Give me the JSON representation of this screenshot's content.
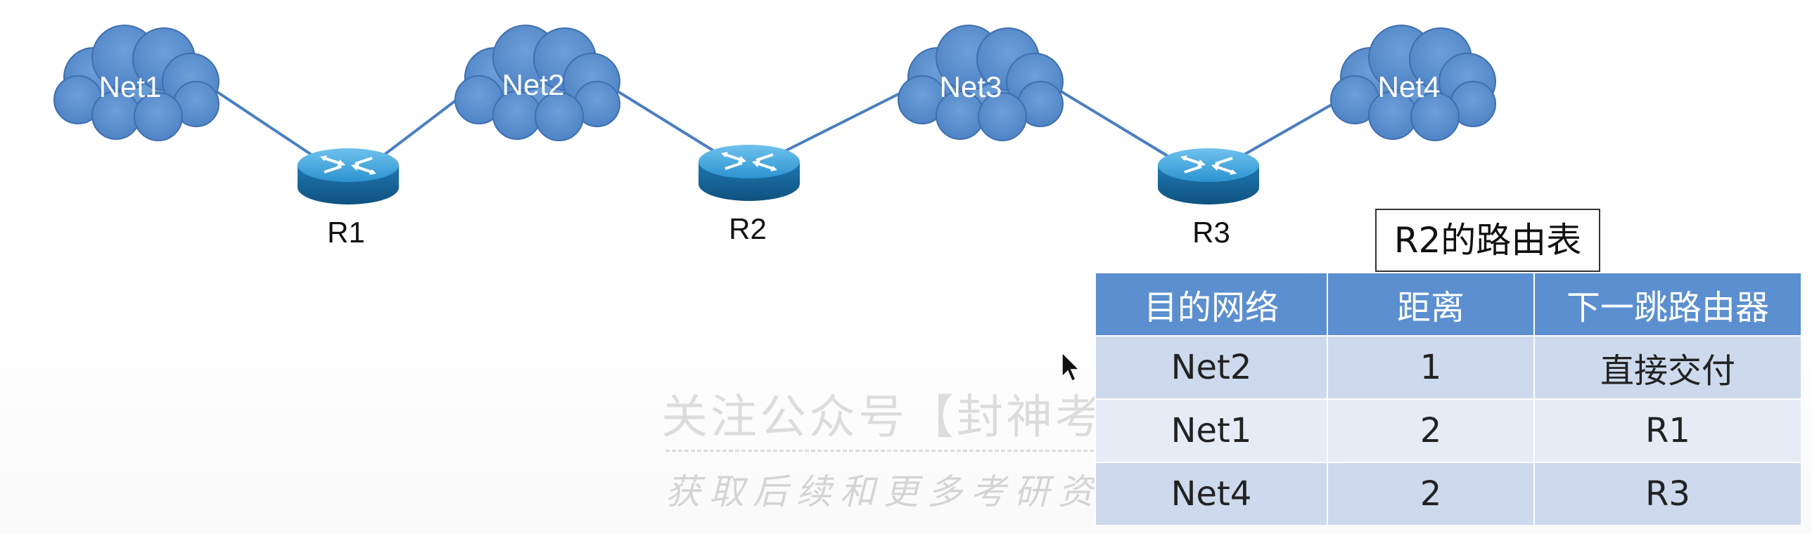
{
  "nets": [
    "Net1",
    "Net2",
    "Net3",
    "Net4"
  ],
  "routers": [
    "R1",
    "R2",
    "R3"
  ],
  "table_title": "R2的路由表",
  "table": {
    "headers": [
      "目的网络",
      "距离",
      "下一跳路由器"
    ],
    "rows": [
      [
        "Net2",
        "1",
        "直接交付"
      ],
      [
        "Net1",
        "2",
        "R1"
      ],
      [
        "Net4",
        "2",
        "R3"
      ]
    ]
  },
  "watermark": {
    "line1": "关注公众号【封神考研】",
    "line2": "获取后续和更多考研资料"
  },
  "colors": {
    "cloud": "#5b8fcf",
    "router": "#2f8bc4",
    "link": "#4a7fc0",
    "table_header": "#5b8fcf"
  }
}
